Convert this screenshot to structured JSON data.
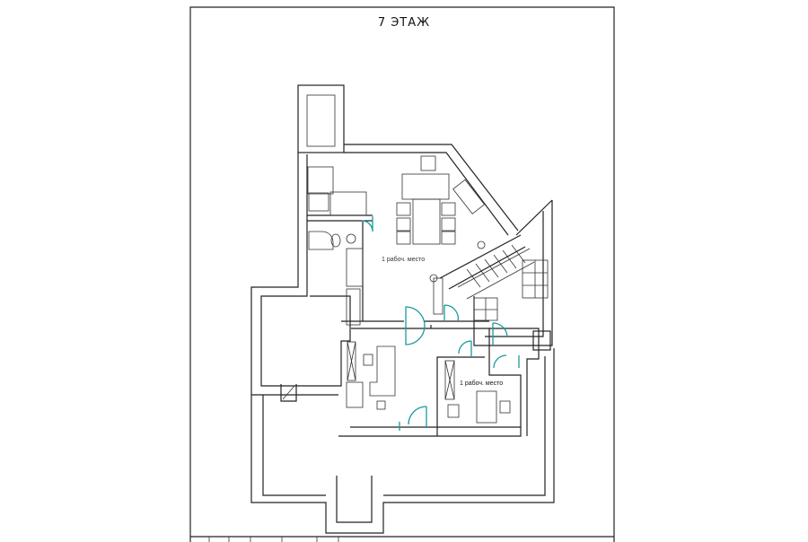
{
  "title": "7 ЭТАЖ",
  "labels": {
    "workplace_main": "1 рабоч. место",
    "workplace_office": "1 рабоч. место"
  },
  "colors": {
    "walls": "#222222",
    "doors": "#1a9a9a"
  }
}
